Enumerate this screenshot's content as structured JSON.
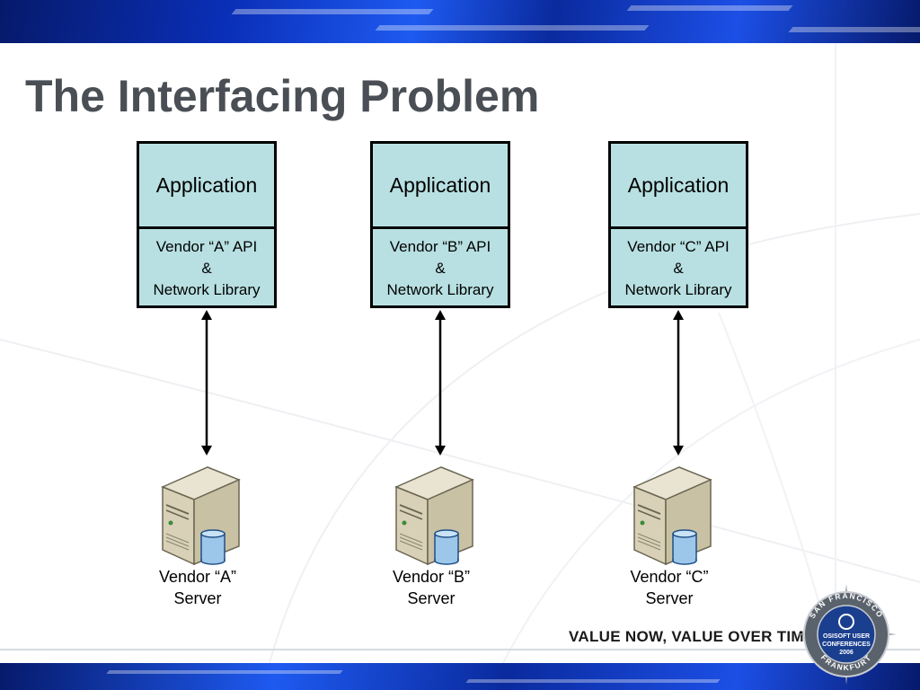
{
  "slide": {
    "title": "The Interfacing Problem",
    "slogan": "VALUE NOW, VALUE OVER TIME",
    "seal_text": {
      "ring_top": "SAN FRANCISCO",
      "ring_bottom": "FRANKFURT",
      "center_line1": "OSISOFT USER",
      "center_line2": "CONFERENCES",
      "center_line3": "2006"
    }
  },
  "stacks": [
    {
      "app_label": "Application",
      "api_line1": "Vendor “A” API",
      "api_line2": "&",
      "api_line3": "Network Library",
      "server_line1": "Vendor “A”",
      "server_line2": "Server"
    },
    {
      "app_label": "Application",
      "api_line1": "Vendor “B” API",
      "api_line2": "&",
      "api_line3": "Network Library",
      "server_line1": "Vendor “B”",
      "server_line2": "Server"
    },
    {
      "app_label": "Application",
      "api_line1": "Vendor “C” API",
      "api_line2": "&",
      "api_line3": "Network Library",
      "server_line1": "Vendor “C”",
      "server_line2": "Server"
    }
  ],
  "colors": {
    "band_blue": "#0a2fb8",
    "box_fill": "#b8e0e2",
    "title_gray": "#4a4f55"
  },
  "icons": [
    "server-icon",
    "database-icon",
    "double-arrow-icon",
    "conference-seal-icon"
  ]
}
